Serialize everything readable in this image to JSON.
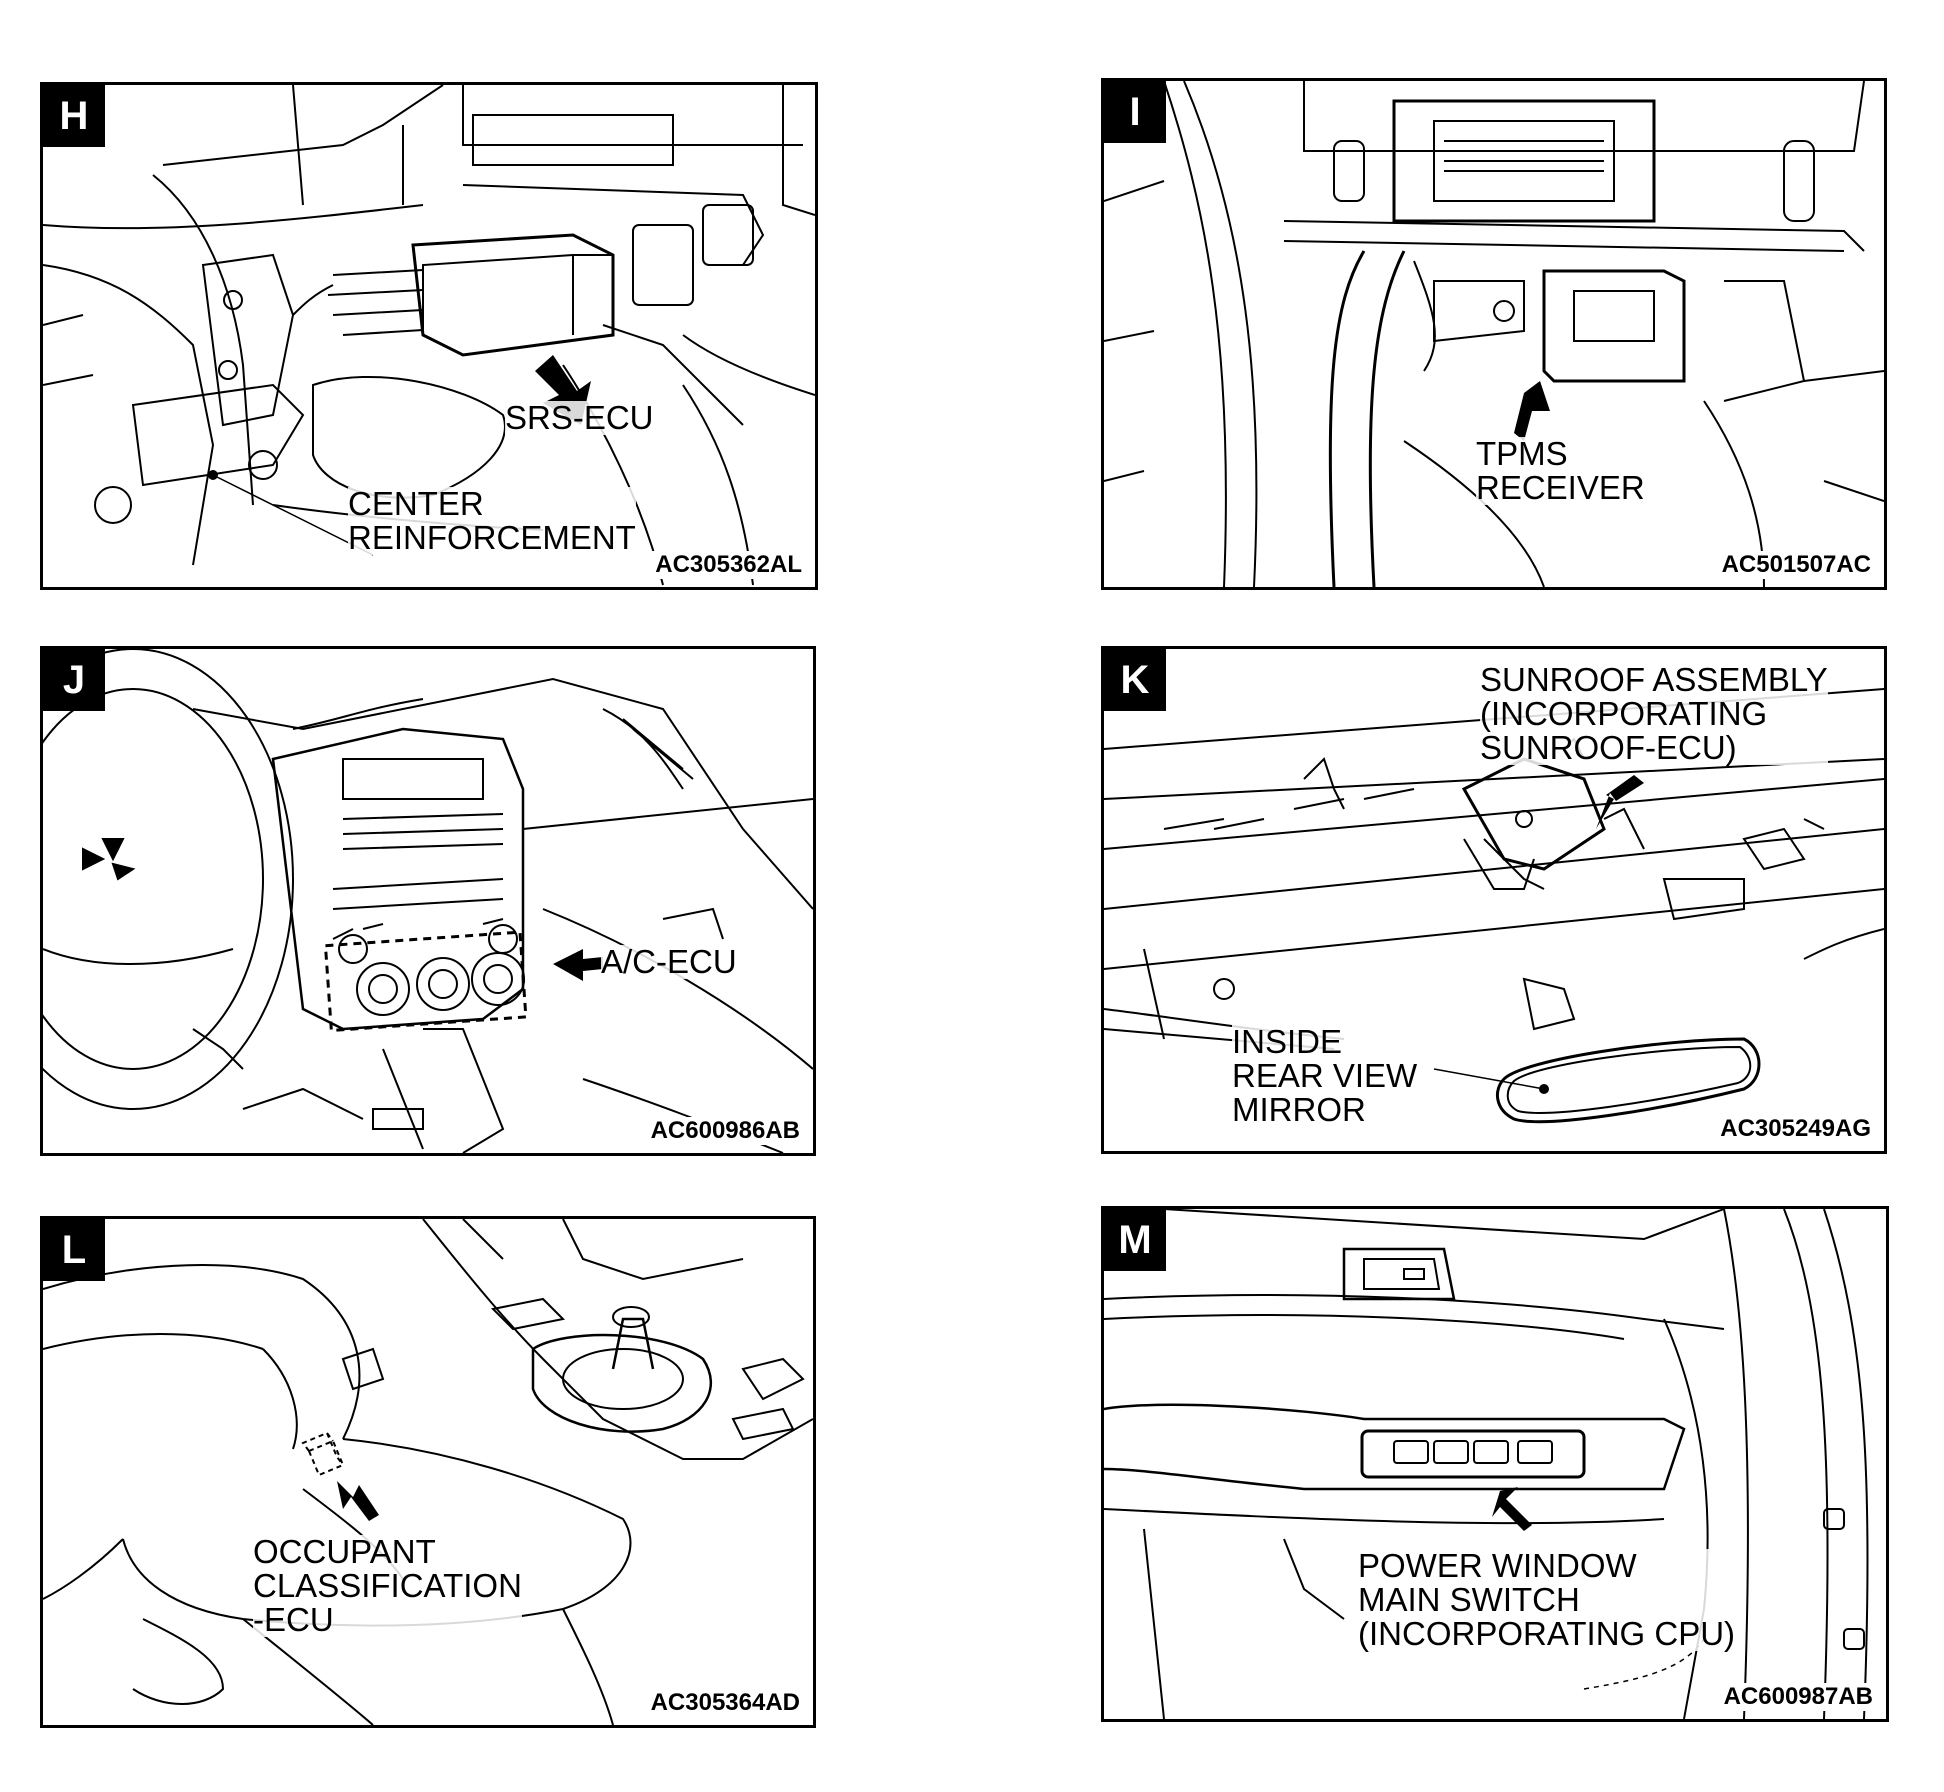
{
  "colors": {
    "ink": "#000000",
    "paper": "#ffffff"
  },
  "panels": {
    "h": {
      "letter": "H",
      "code": "AC305362AL",
      "labels": {
        "srs_ecu": "SRS-ECU",
        "center_reinforcement": "CENTER\nREINFORCEMENT"
      }
    },
    "i": {
      "letter": "I",
      "code": "AC501507AC",
      "labels": {
        "tpms_receiver": "TPMS\nRECEIVER"
      }
    },
    "j": {
      "letter": "J",
      "code": "AC600986AB",
      "labels": {
        "ac_ecu": "A/C-ECU"
      }
    },
    "k": {
      "letter": "K",
      "code": "AC305249AG",
      "labels": {
        "sunroof_assembly": "SUNROOF ASSEMBLY\n(INCORPORATING\nSUNROOF-ECU)",
        "inside_rear_view_mirror": "INSIDE\nREAR VIEW\nMIRROR"
      }
    },
    "l": {
      "letter": "L",
      "code": "AC305364AD",
      "labels": {
        "occupant_classification_ecu": "OCCUPANT\nCLASSIFICATION\n-ECU"
      }
    },
    "m": {
      "letter": "M",
      "code": "AC600987AB",
      "labels": {
        "power_window_main_switch": "POWER WINDOW\nMAIN SWITCH\n(INCORPORATING CPU)"
      }
    }
  }
}
